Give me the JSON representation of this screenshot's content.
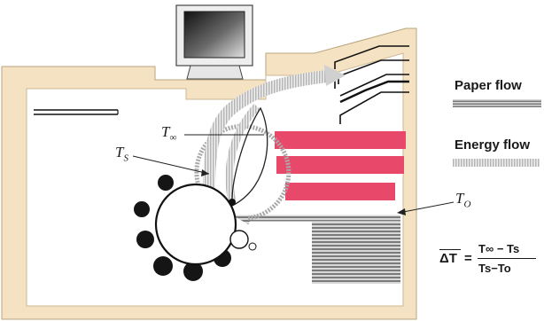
{
  "legend": {
    "paper_flow_label": "Paper flow",
    "energy_flow_label": "Energy flow"
  },
  "labels": {
    "t_inf": "T",
    "t_inf_sub": "∞",
    "t_s": "T",
    "t_s_sub": "S",
    "t_o": "T",
    "t_o_sub": "O"
  },
  "formula": {
    "lhs": "ΔT",
    "equals": "=",
    "numerator": "T∞ − Ts",
    "denominator": "Ts−To"
  },
  "colors": {
    "housing": "#f5e2c2",
    "cavity": "#ffffff",
    "heater_bars": "#e8486a",
    "paper_flow": "#8c8c8c",
    "energy_flow": "#c9c9c9",
    "drum_outline": "#111111"
  }
}
